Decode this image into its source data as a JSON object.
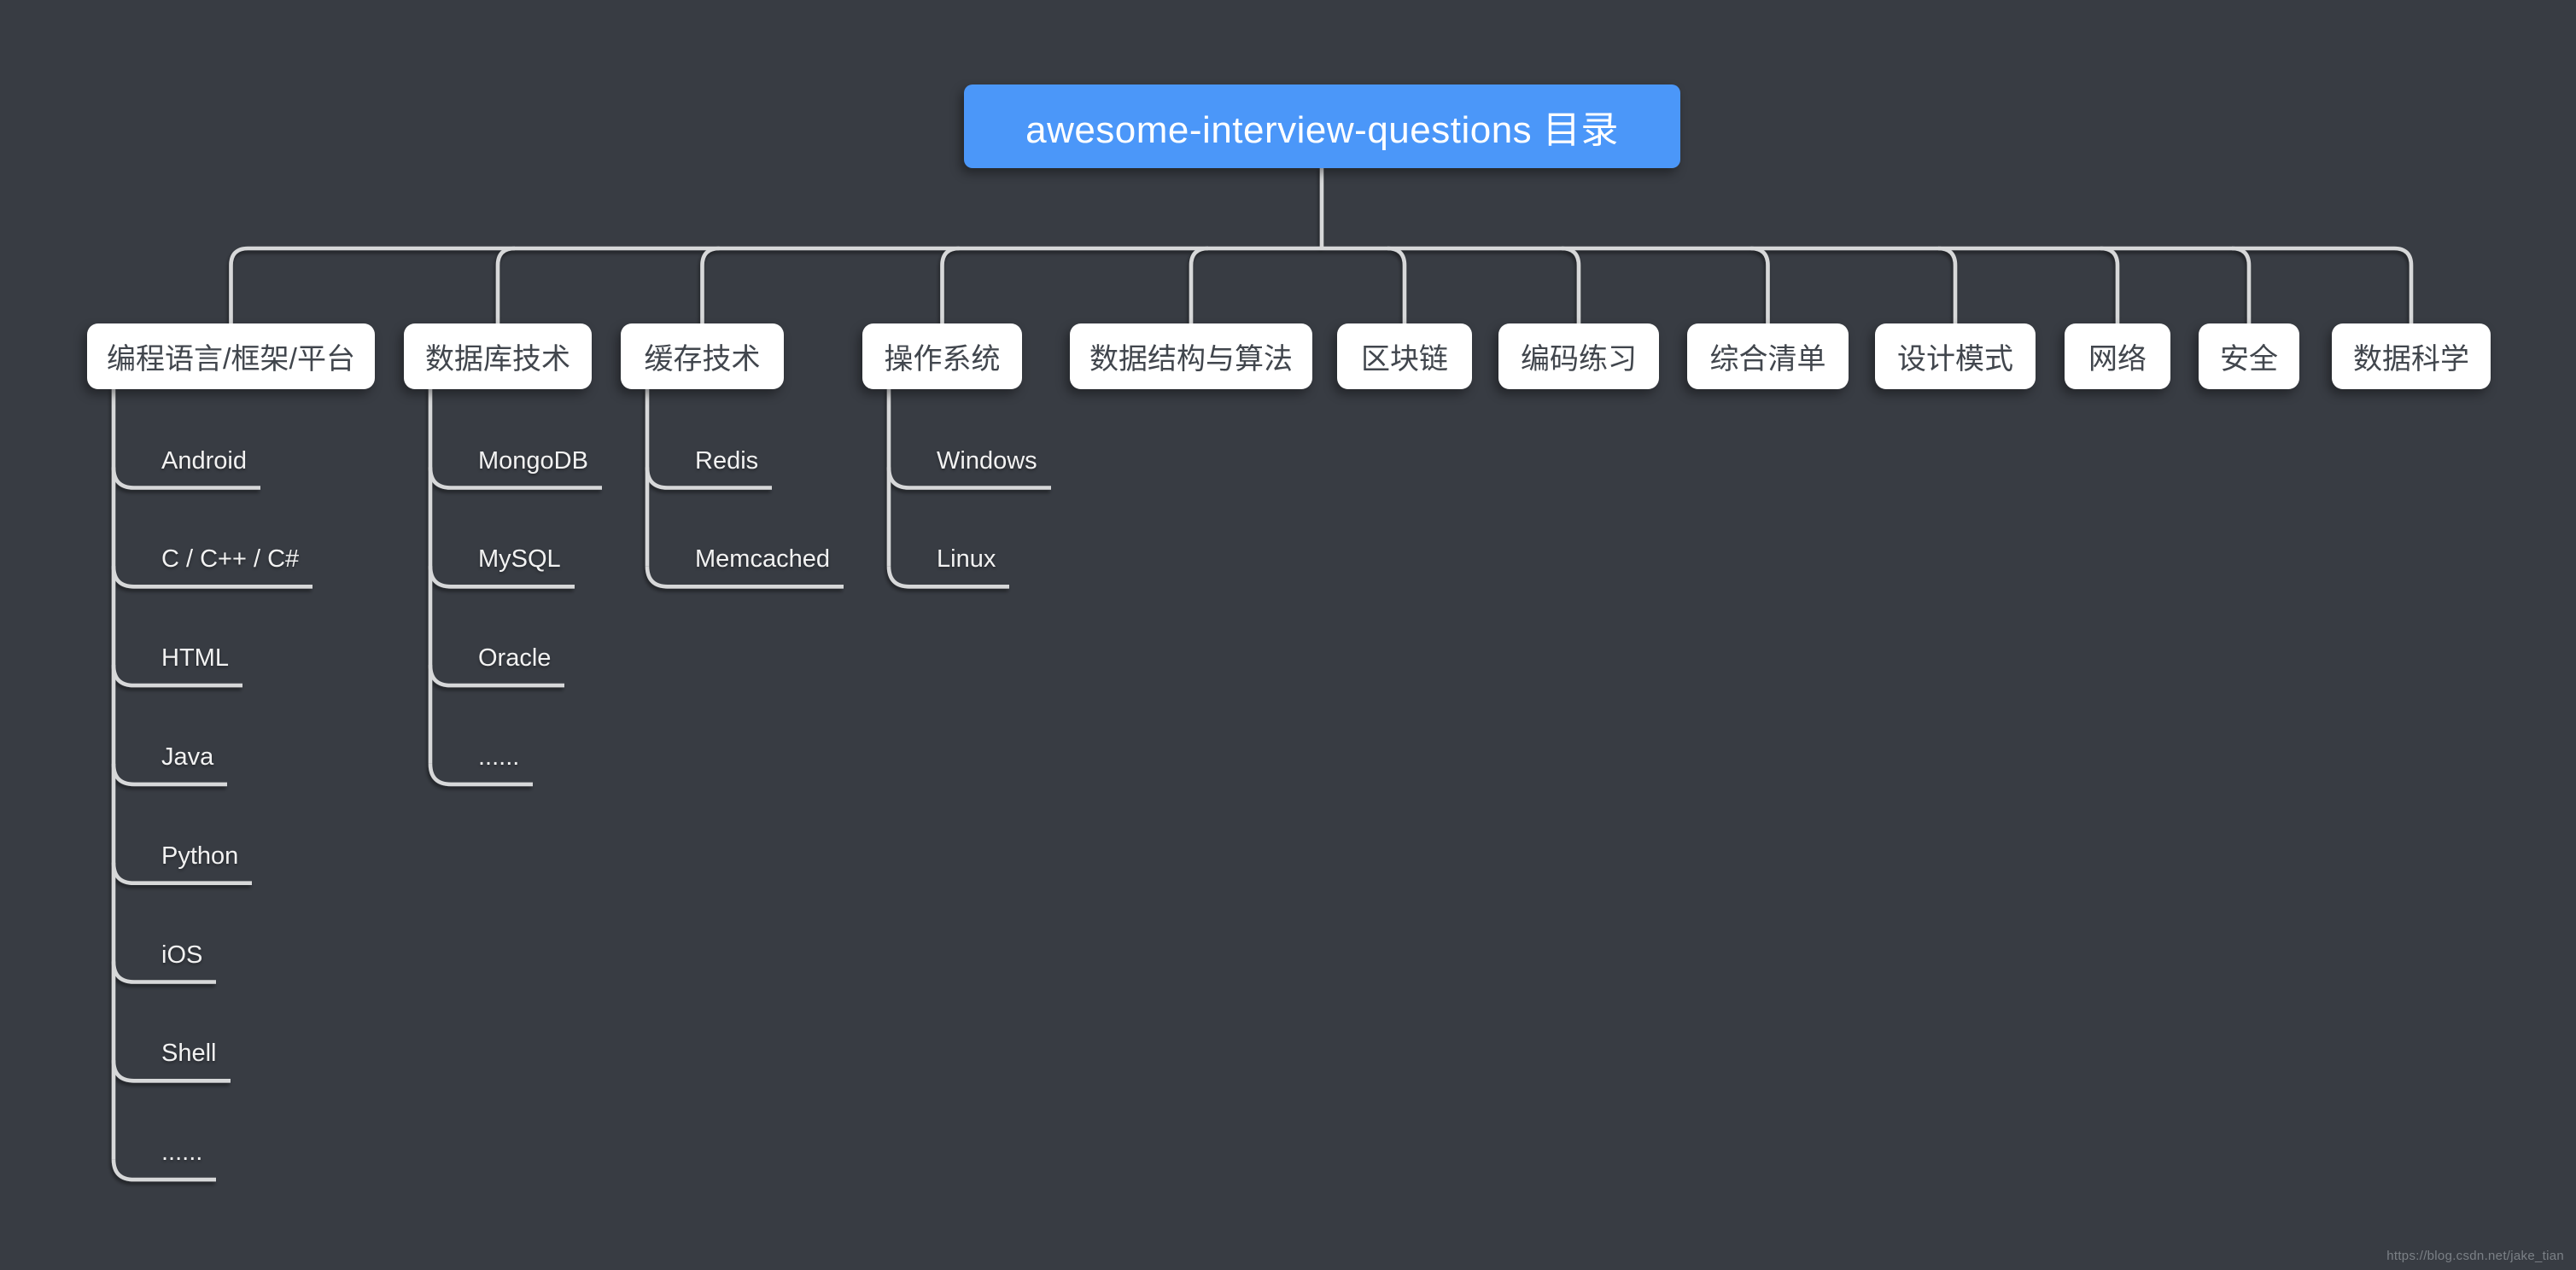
{
  "page": {
    "watermark": "https://blog.csdn.net/jake_tian"
  },
  "colors": {
    "background": "#383C43",
    "root_fill": "#4B97F9",
    "root_text": "#FFFFFF",
    "node_fill": "#FFFFFF",
    "node_text": "#41464D",
    "child_text": "#F2F2F2",
    "line": "#D7D8D9",
    "watermark_text": "#7B8086"
  },
  "tree": {
    "root": {
      "label": "awesome-interview-questions 目录"
    },
    "categories": [
      {
        "label": "编程语言/框架/平台",
        "children": [
          "Android",
          "C / C++ / C#",
          "HTML",
          "Java",
          "Python",
          "iOS",
          "Shell",
          "......"
        ]
      },
      {
        "label": "数据库技术",
        "children": [
          "MongoDB",
          "MySQL",
          "Oracle",
          "......"
        ]
      },
      {
        "label": "缓存技术",
        "children": [
          "Redis",
          "Memcached"
        ]
      },
      {
        "label": "操作系统",
        "children": [
          "Windows",
          "Linux"
        ]
      },
      {
        "label": "数据结构与算法",
        "children": []
      },
      {
        "label": "区块链",
        "children": []
      },
      {
        "label": "编码练习",
        "children": []
      },
      {
        "label": "综合清单",
        "children": []
      },
      {
        "label": "设计模式",
        "children": []
      },
      {
        "label": "网络",
        "children": []
      },
      {
        "label": "安全",
        "children": []
      },
      {
        "label": "数据科学",
        "children": []
      }
    ]
  }
}
